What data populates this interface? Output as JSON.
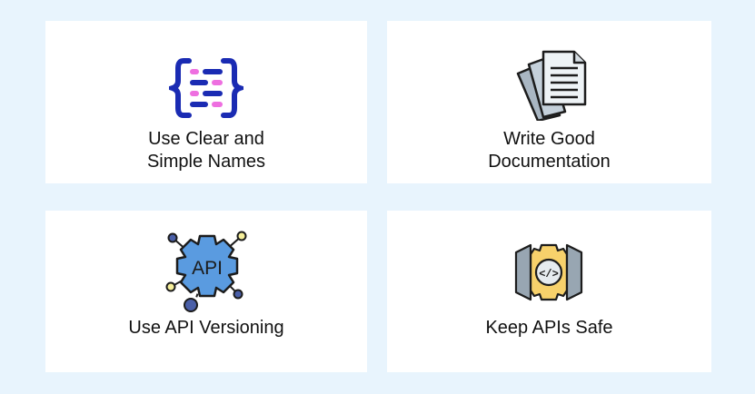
{
  "background": "#e8f4fd",
  "cards": [
    {
      "title_line1": "Use Clear and",
      "title_line2": "Simple Names",
      "icon": "code-braces-icon"
    },
    {
      "title_line1": "Write Good",
      "title_line2": "Documentation",
      "icon": "documents-icon"
    },
    {
      "title_line1": "Use API Versioning",
      "icon": "api-gear-network-icon"
    },
    {
      "title_line1": "Keep APIs Safe",
      "icon": "secure-code-gate-icon"
    }
  ],
  "icon_text": {
    "api": "API",
    "code": "</>"
  }
}
